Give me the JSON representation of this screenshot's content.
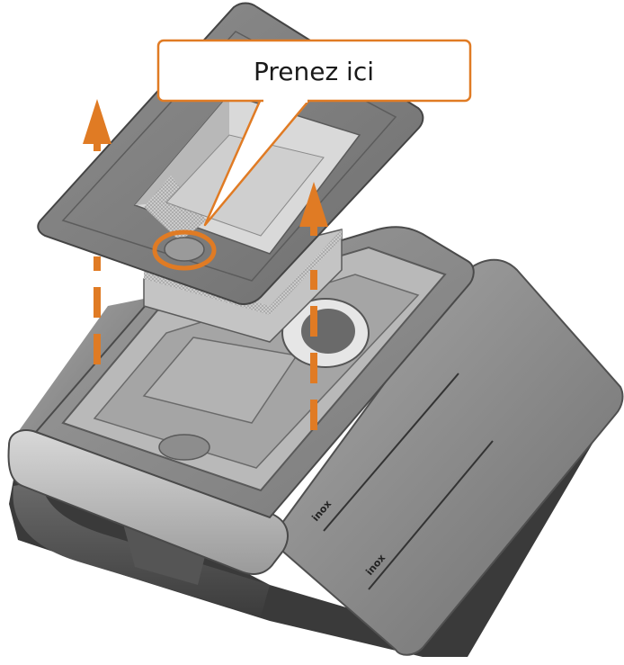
{
  "callout": {
    "label": "Prenez ici"
  },
  "logos": {
    "upper": "inox",
    "lower": "inox"
  },
  "colors": {
    "accent": "#E07B24",
    "body_dark": "#4a4a4a",
    "body_mid": "#8a8a8a",
    "body_light": "#c9c9c9",
    "background": "#ffffff"
  },
  "arrows": [
    {
      "name": "left-lift-arrow",
      "direction": "up",
      "style": "dashed"
    },
    {
      "name": "right-lift-arrow",
      "direction": "up",
      "style": "dashed"
    }
  ]
}
